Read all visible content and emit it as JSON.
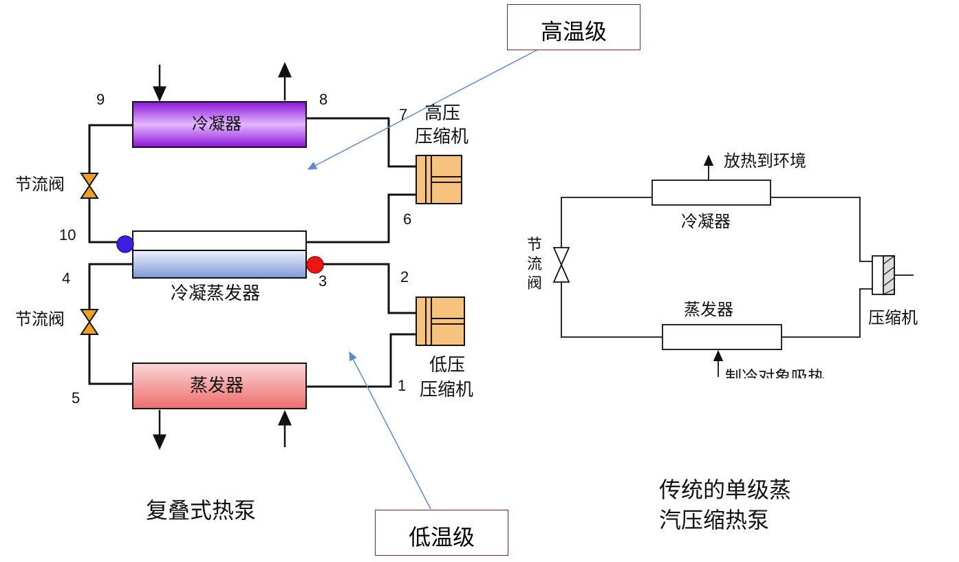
{
  "callouts": {
    "high_stage": "高温级",
    "low_stage": "低温级"
  },
  "cascade": {
    "caption": "复叠式热泵",
    "condenser": "冷凝器",
    "cascade_condenser_evaporator": "冷凝蒸发器",
    "evaporator": "蒸发器",
    "throttle_valve_top": "节流阀",
    "throttle_valve_bottom": "节流阀",
    "high_compressor": [
      "高压",
      "压缩机"
    ],
    "low_compressor": [
      "低压",
      "压缩机"
    ],
    "points": {
      "p1": "1",
      "p2": "2",
      "p3": "3",
      "p4": "4",
      "p5": "5",
      "p6": "6",
      "p7": "7",
      "p8": "8",
      "p9": "9",
      "p10": "10"
    }
  },
  "single": {
    "caption": [
      "传统的单级蒸",
      "汽压缩热泵"
    ],
    "condenser": "冷凝器",
    "evaporator": "蒸发器",
    "compressor": "压缩机",
    "valve": [
      "节",
      "流",
      "阀"
    ],
    "heat_out": "放热到环境",
    "heat_in": "制冷对象吸热"
  },
  "colors": {
    "condenser_fill": "#a020f0",
    "evaporator_fill": "#f07070",
    "cascade_fill": "#8fa6dc",
    "compressor_fill": "#f6c27d",
    "valve_fill": "#f0a21e",
    "node_blue": "#3c1ee0",
    "node_red": "#f01414",
    "callout_border": "#9a1f24",
    "callout_arrow": "#5b8bd0"
  }
}
